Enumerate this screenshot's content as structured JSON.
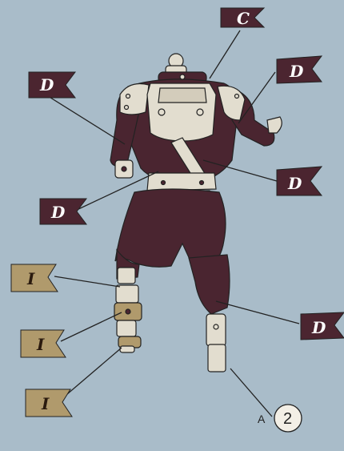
{
  "colors": {
    "background": "#a9bcc9",
    "suit": "#4a2530",
    "suit_dark": "#2e141b",
    "armor": "#e2ddcf",
    "flag_dark": "#4b2530",
    "flag_tan": "#b09a6c",
    "line": "#222222"
  },
  "flags": [
    {
      "letter": "C",
      "style": "dark"
    },
    {
      "letter": "D",
      "style": "dark"
    },
    {
      "letter": "D",
      "style": "dark"
    },
    {
      "letter": "D",
      "style": "dark"
    },
    {
      "letter": "D",
      "style": "dark"
    },
    {
      "letter": "D",
      "style": "dark"
    },
    {
      "letter": "I",
      "style": "tan"
    },
    {
      "letter": "I",
      "style": "tan"
    },
    {
      "letter": "I",
      "style": "tan"
    }
  ],
  "step": {
    "prefix": "A",
    "number": "2"
  }
}
